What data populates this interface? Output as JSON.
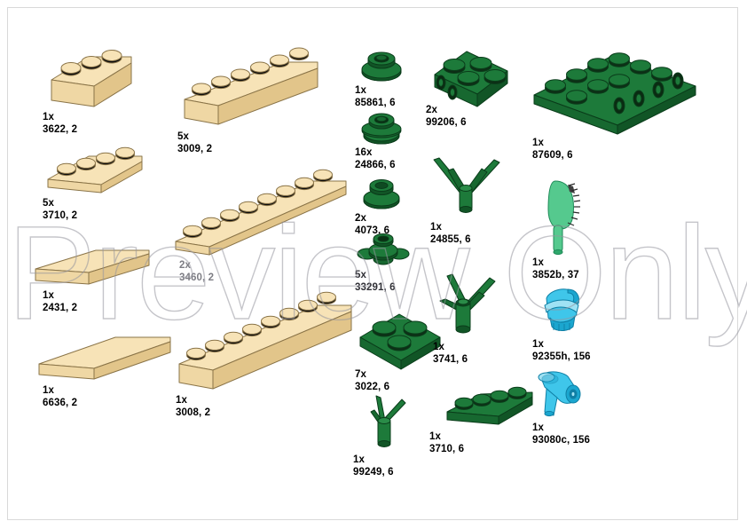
{
  "document": {
    "type": "lego-parts-inventory",
    "watermark_text": "Preview Only",
    "background_color": "#ffffff",
    "border_color": "#d9d9d9"
  },
  "colors": {
    "tan_top": "#f7e3b7",
    "tan_face": "#efd7a4",
    "tan_side": "#e2c58a",
    "tan_line": "#8a7448",
    "green_top": "#1d7a3a",
    "green_face": "#176830",
    "green_side": "#115526",
    "green_line": "#0a3c1a",
    "mint": "#55c98e",
    "mint_dark": "#2fa86c",
    "cyan": "#3fc6ea",
    "cyan_dark": "#1ba6cf",
    "stud_shadow": "#0d0d0d",
    "label_color": "#000000"
  },
  "parts": [
    {
      "id": "p-3622",
      "name": "brick-1x3-tan",
      "qty": "1x",
      "code": "3622, 2"
    },
    {
      "id": "p-3009",
      "name": "brick-1x6-tan",
      "qty": "5x",
      "code": "3009, 2"
    },
    {
      "id": "p-3710",
      "name": "plate-1x4-tan",
      "qty": "5x",
      "code": "3710, 2"
    },
    {
      "id": "p-2431",
      "name": "tile-1x4-tan",
      "qty": "1x",
      "code": "2431, 2"
    },
    {
      "id": "p-6636",
      "name": "tile-1x6-tan",
      "qty": "1x",
      "code": "6636, 2"
    },
    {
      "id": "p-3460",
      "name": "plate-1x8-tan",
      "qty": "2x",
      "code": "3460, 2"
    },
    {
      "id": "p-3008",
      "name": "brick-1x8-tan",
      "qty": "1x",
      "code": "3008, 2"
    },
    {
      "id": "p-85861",
      "name": "plate-round-1x1-open-stud",
      "qty": "1x",
      "code": "85861, 6"
    },
    {
      "id": "p-24866",
      "name": "plate-round-1x1-flower",
      "qty": "16x",
      "code": "24866, 6"
    },
    {
      "id": "p-4073",
      "name": "plate-round-1x1",
      "qty": "2x",
      "code": "4073, 6"
    },
    {
      "id": "p-33291",
      "name": "plate-round-1x1-flower-petals",
      "qty": "5x",
      "code": "33291, 6"
    },
    {
      "id": "p-3022",
      "name": "plate-2x2",
      "qty": "7x",
      "code": "3022, 6"
    },
    {
      "id": "p-99249",
      "name": "plant-stem-3-branch",
      "qty": "1x",
      "code": "99249, 6"
    },
    {
      "id": "p-99206",
      "name": "plate-2x2-modified-studs-side",
      "qty": "2x",
      "code": "99206, 6"
    },
    {
      "id": "p-24855",
      "name": "plant-stem-2-branch-wide",
      "qty": "1x",
      "code": "24855, 6"
    },
    {
      "id": "p-3741",
      "name": "plant-stem-3-branch-angled",
      "qty": "1x",
      "code": "3741, 6"
    },
    {
      "id": "p-3710g",
      "name": "plate-1x4-green",
      "qty": "1x",
      "code": "3710, 6"
    },
    {
      "id": "p-87609",
      "name": "plate-2x6-modified-studs-side",
      "qty": "1x",
      "code": "87609, 6"
    },
    {
      "id": "p-3852b",
      "name": "brush-bristle-mint",
      "qty": "1x",
      "code": "3852b, 37"
    },
    {
      "id": "p-92355h",
      "name": "cone-accessory-cyan",
      "qty": "1x",
      "code": "92355h, 156"
    },
    {
      "id": "p-93080c",
      "name": "nozzle-sprayer-cyan",
      "qty": "1x",
      "code": "93080c, 156"
    }
  ]
}
